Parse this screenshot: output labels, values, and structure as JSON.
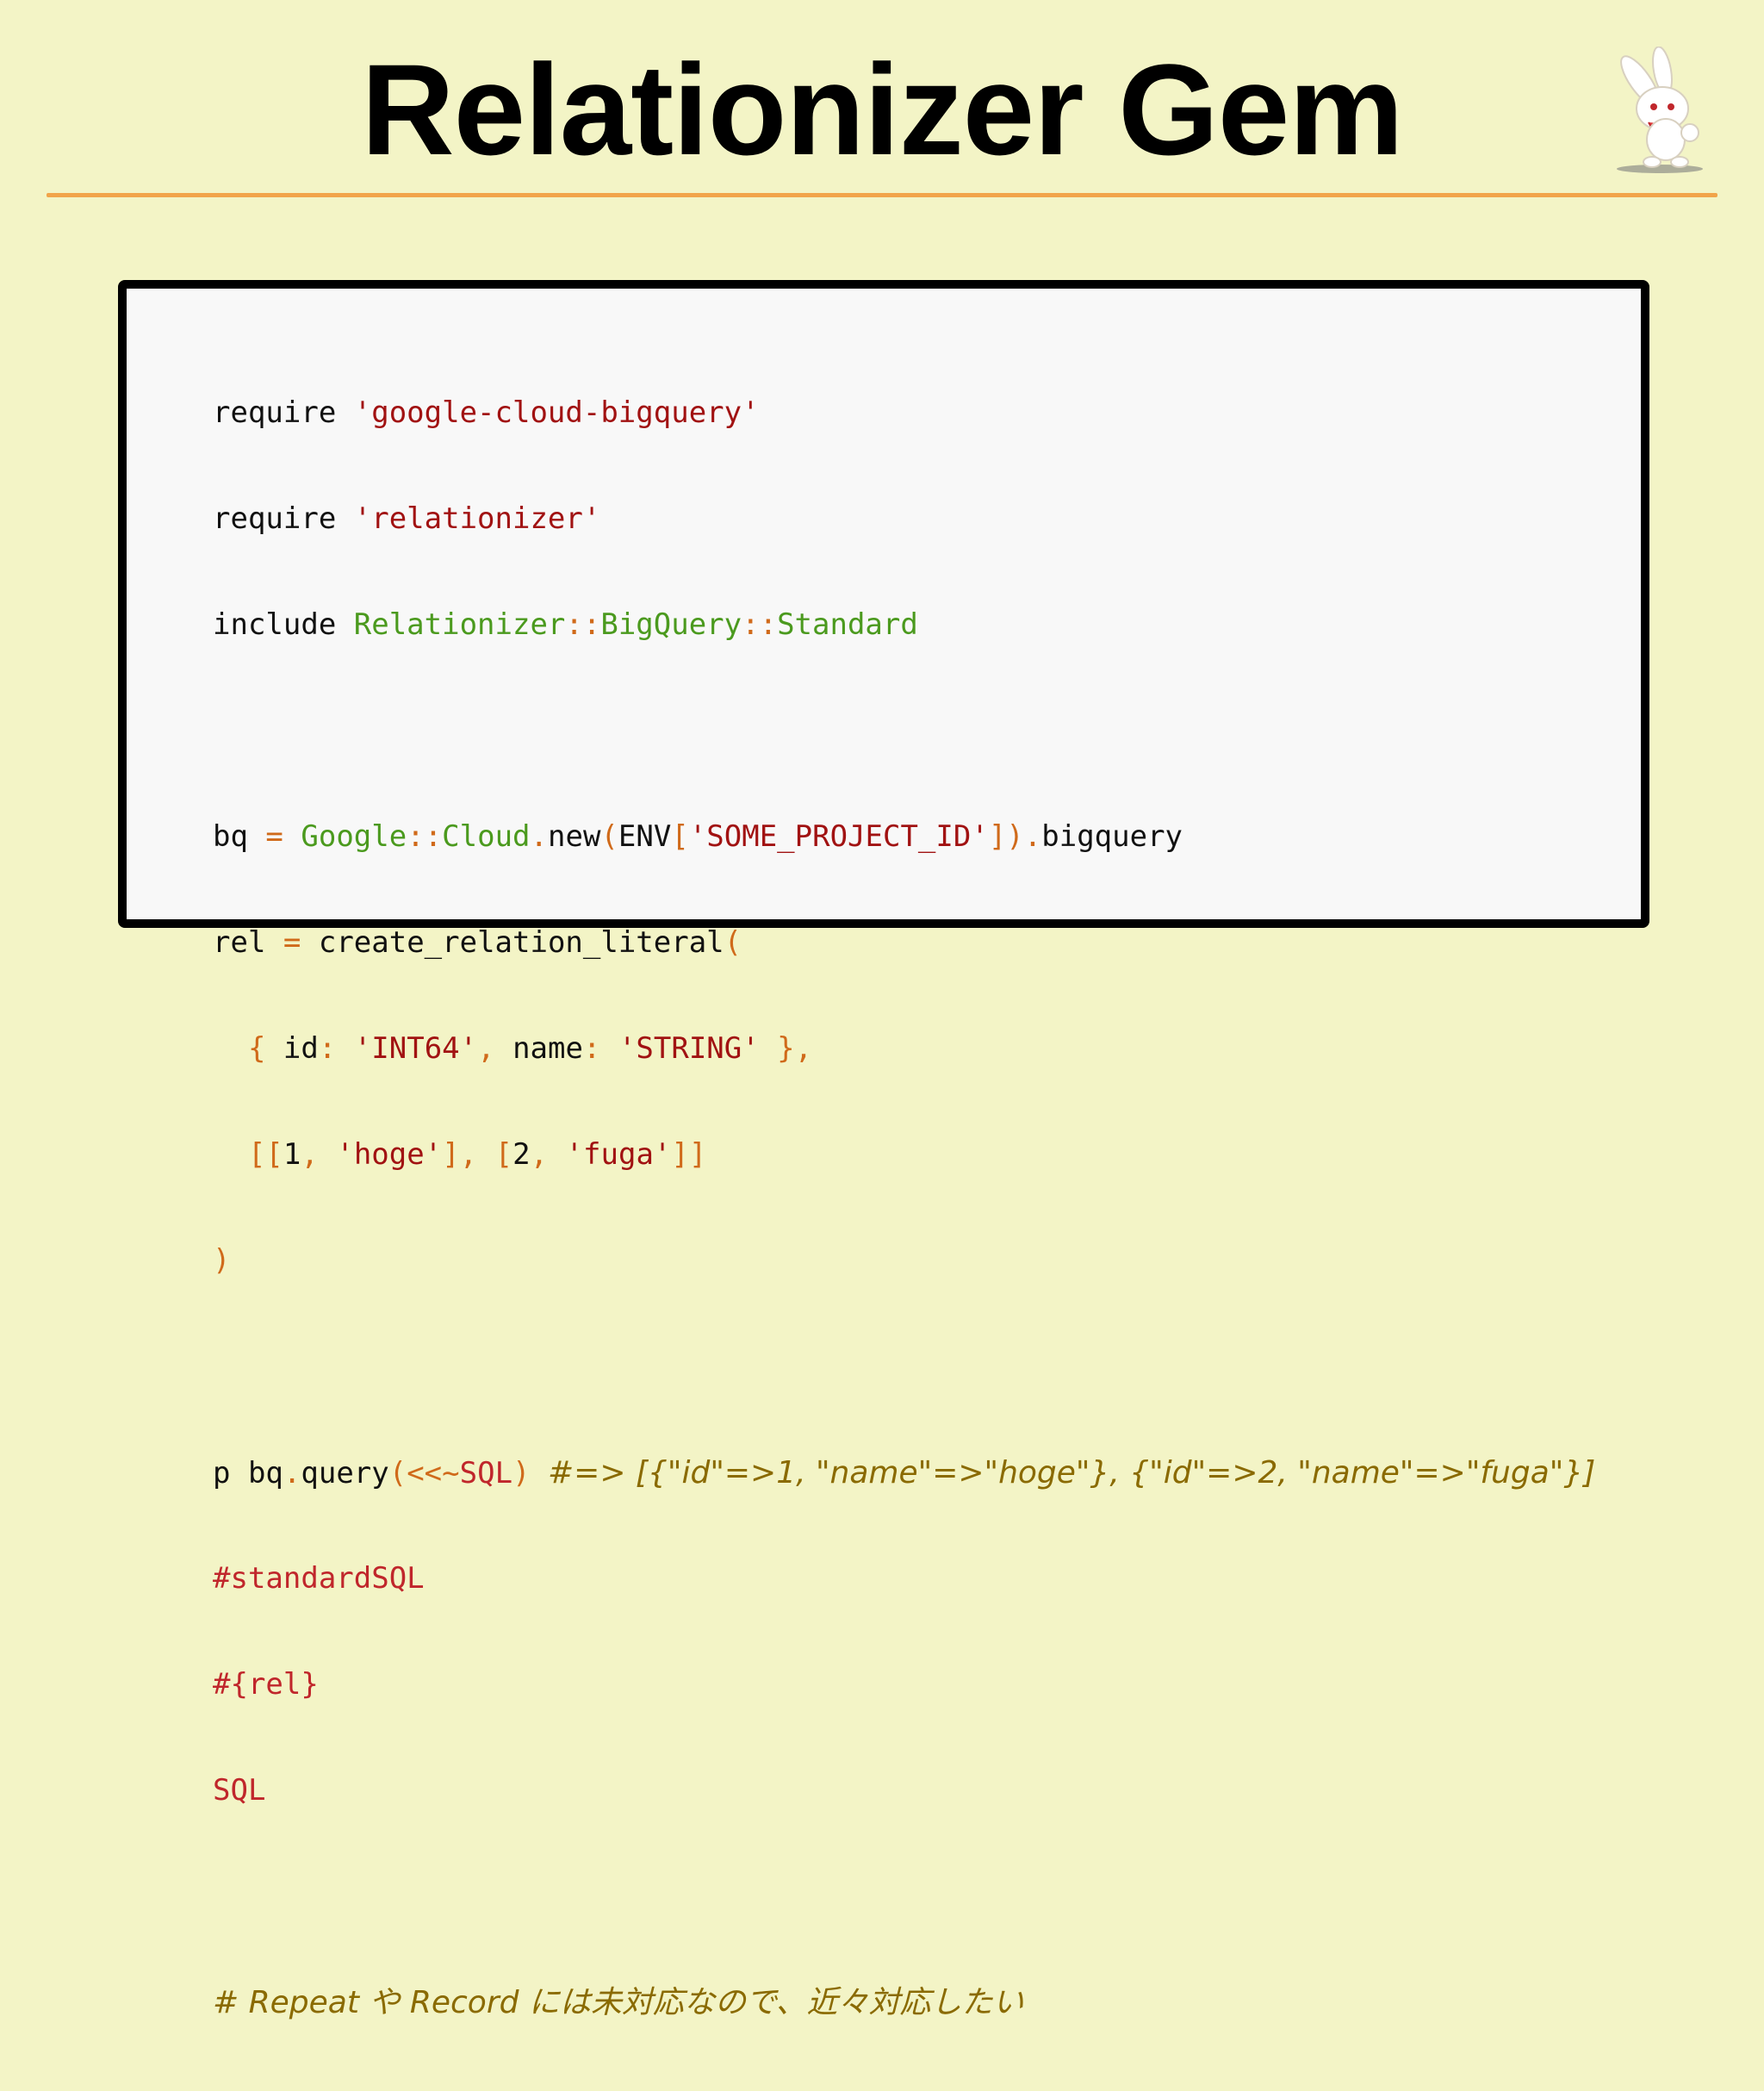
{
  "slide": {
    "title": "Relationizer Gem"
  },
  "mascot": {
    "icon": "rabbit-mascot-icon",
    "colors": {
      "body": "#ffffff",
      "outline": "#d8d0c0",
      "accent": "#e03a3a"
    }
  },
  "colors": {
    "background": "#f3f4c6",
    "rule": "#f1a44a",
    "string": "#a11212",
    "constant": "#4b9a1e",
    "operator": "#d06a1a",
    "comment": "#8a6a00",
    "heredoc": "#c0262b"
  },
  "code": {
    "l1": {
      "a": "require ",
      "b": "'google-cloud-bigquery'"
    },
    "l2": {
      "a": "require ",
      "b": "'relationizer'"
    },
    "l3": {
      "a": "include ",
      "b": "Relationizer",
      "c": "::",
      "d": "BigQuery",
      "e": "::",
      "f": "Standard"
    },
    "l5": {
      "a": "bq ",
      "b": "=",
      "c": " ",
      "d": "Google",
      "e": "::",
      "f": "Cloud",
      "g": ".",
      "h": "new",
      "i": "(",
      "j": "ENV",
      "k": "[",
      "l": "'SOME_PROJECT_ID'",
      "m": "])",
      "n": ".",
      "o": "bigquery"
    },
    "l6": {
      "a": "rel ",
      "b": "=",
      "c": " create_relation_literal",
      "d": "("
    },
    "l7": {
      "a": "  ",
      "b": "{",
      "c": " id",
      "d": ":",
      "e": " ",
      "f": "'INT64'",
      "g": ",",
      "h": " name",
      "i": ":",
      "j": " ",
      "k": "'STRING'",
      "l": " },",
      "m": ""
    },
    "l8": {
      "a": "  ",
      "b": "[[",
      "c": "1",
      "d": ",",
      "e": " ",
      "f": "'hoge'",
      "g": "],",
      "h": " ",
      "i": "[",
      "j": "2",
      "k": ",",
      "l": " ",
      "m": "'fuga'",
      "n": "]]"
    },
    "l9": {
      "a": ")"
    },
    "l11": {
      "a": "p bq",
      "b": ".",
      "c": "query",
      "d": "(<<~",
      "e": "SQL",
      "f": ")",
      "g": " ",
      "h": "#=> [{\"id\"=>1, \"name\"=>\"hoge\"}, {\"id\"=>2, \"name\"=>\"fuga\"}]"
    },
    "l12": {
      "a": "#standardSQL"
    },
    "l13": {
      "a": "#{rel}"
    },
    "l14": {
      "a": "SQL"
    },
    "l16": {
      "a": "# Repeat や Record には未対応なので、近々対応したい"
    }
  }
}
